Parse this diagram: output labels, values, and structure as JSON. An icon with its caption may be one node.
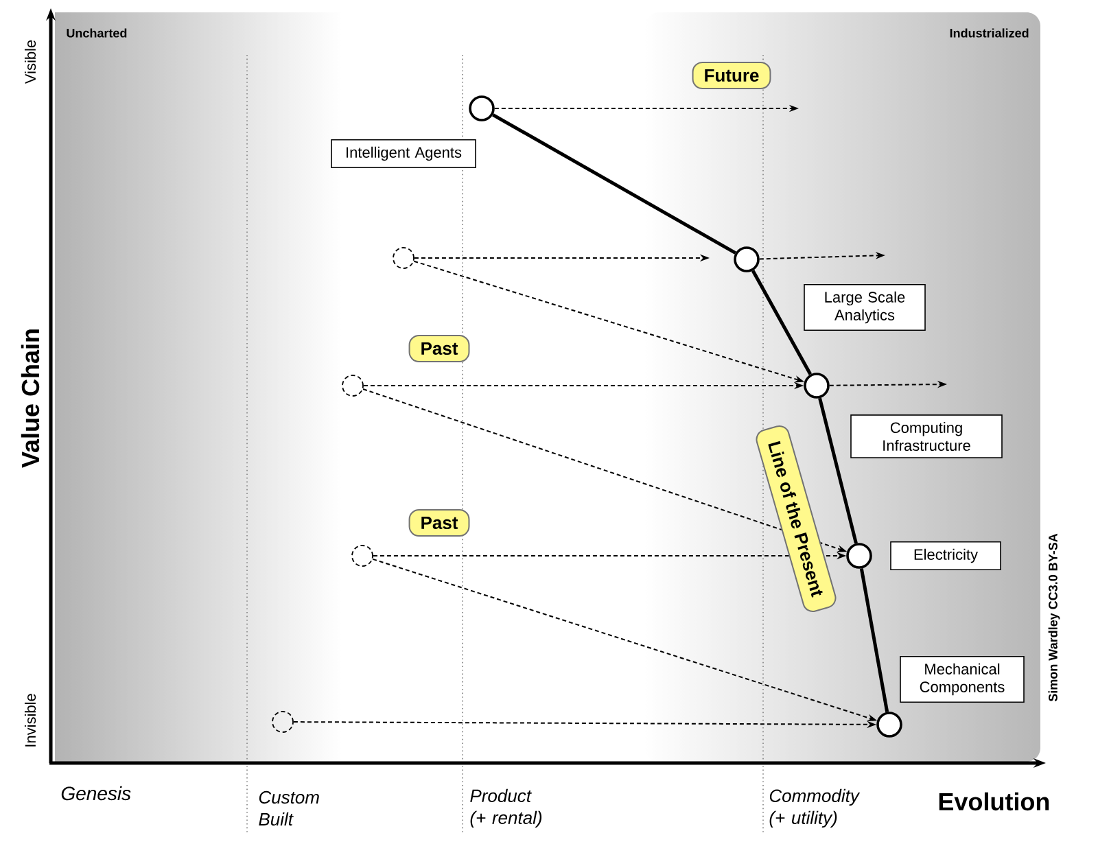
{
  "diagram": {
    "nodes": [
      {
        "text": [
          "Future"
        ]
      },
      {
        "text": [],
        "shape": "circle"
      },
      {
        "text": [
          "Intelligent Agents"
        ]
      },
      {
        "text": [],
        "shape": "circle"
      },
      {
        "text": [],
        "shape": "circle"
      },
      {
        "text": [
          "Large Scale Analytics"
        ]
      },
      {
        "text": [
          "Past"
        ]
      },
      {
        "text": [],
        "shape": "circle"
      },
      {
        "text": [],
        "shape": "circle"
      },
      {
        "text": [
          "Computing Infrastructure"
        ]
      },
      {
        "text": [
          "Line of the Present"
        ]
      },
      {
        "text": [
          "Past"
        ]
      },
      {
        "text": [],
        "shape": "circle"
      },
      {
        "text": [],
        "shape": "circle"
      },
      {
        "text": [
          "Electricity"
        ]
      },
      {
        "text": [
          "Mechanical Components"
        ]
      },
      {
        "text": [],
        "shape": "circle"
      },
      {
        "text": [],
        "shape": "circle"
      }
    ],
    "edges": [
      {
        "from": 1,
        "to": null,
        "arrow": "to",
        "style": "dashed"
      },
      {
        "from": 3,
        "to": null,
        "arrow": "to",
        "style": "dashed"
      },
      {
        "from": 4,
        "to": null,
        "arrow": "to",
        "style": "dashed"
      },
      {
        "from": 3,
        "to": 8,
        "arrow": "to",
        "style": "dashed"
      },
      {
        "from": 7,
        "to": 8,
        "arrow": "to",
        "style": "dashed"
      },
      {
        "from": 8,
        "to": null,
        "arrow": "to",
        "style": "dashed"
      },
      {
        "from": 7,
        "to": 13,
        "arrow": "to",
        "style": "dashed"
      },
      {
        "from": 12,
        "to": 13,
        "arrow": "to",
        "style": "dashed"
      },
      {
        "from": 12,
        "to": 17,
        "arrow": "to",
        "style": "dashed"
      },
      {
        "from": 16,
        "to": 17,
        "arrow": "to",
        "style": "dashed"
      },
      {
        "from": 1,
        "to": 4,
        "arrow": "none",
        "style": "thick"
      },
      {
        "from": 4,
        "to": 8,
        "arrow": "none",
        "style": "thick"
      },
      {
        "from": 8,
        "to": 13,
        "arrow": "none",
        "style": "thick"
      },
      {
        "from": 13,
        "to": 17,
        "arrow": "none",
        "style": "thick"
      }
    ],
    "labels": [
      "Uncharted",
      "Industrialized",
      "Visible",
      "Value Chain",
      "Invisible",
      "Genesis",
      "Custom Built",
      "Product (+ rental)",
      "Commodity (+ utility)",
      "Evolution",
      "Simon Wardley CC3.0 BY-SA"
    ]
  }
}
